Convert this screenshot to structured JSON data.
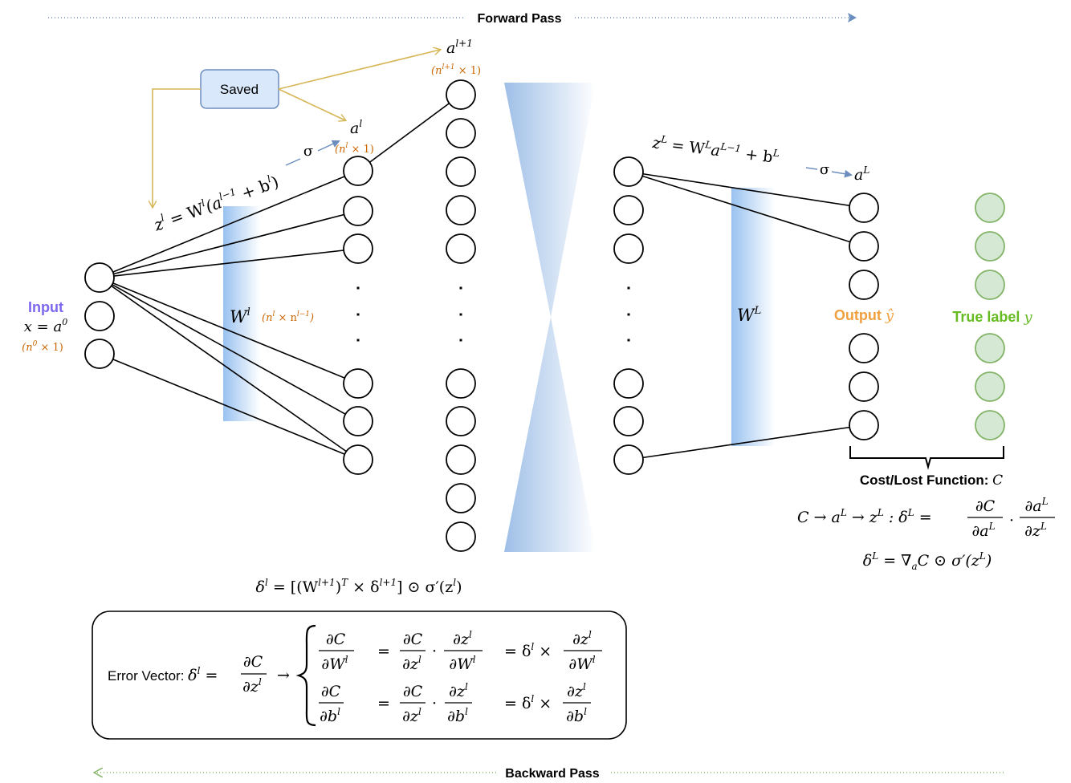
{
  "header": {
    "forward_pass": "Forward Pass",
    "backward_pass": "Backward Pass"
  },
  "saved_box": {
    "label": "Saved"
  },
  "input": {
    "label": "Input",
    "eq_lhs": "x",
    "eq_eq": " = ",
    "eq_rhs": "a",
    "eq_sup": "0",
    "dim_open": "(n",
    "dim_sup": "0",
    "dim_close": " × 1)"
  },
  "hidden_layer": {
    "z_eq": {
      "a": "z",
      "b": "l",
      "c": " = W",
      "d": "l",
      "e": "(a",
      "f": "l−1",
      "g": " + b",
      "h": "l",
      "i": ")"
    },
    "sigma": "σ",
    "a_l": {
      "base": "a",
      "sup": "l"
    },
    "a_l_dim": {
      "open": "(n",
      "sup": "l",
      "close": " × 1)"
    },
    "weight": {
      "base": "W",
      "sup": "l"
    },
    "weight_dim": {
      "open": "(n",
      "sup1": "l",
      "mid": " × n",
      "sup2": "l−1",
      "close": ")"
    },
    "ellipsis": "·"
  },
  "next_layer": {
    "a_next": {
      "base": "a",
      "sup": "l+1"
    },
    "a_next_dim": {
      "open": "(n",
      "sup": "l+1",
      "close": " × 1)"
    }
  },
  "output_layer": {
    "z_eq": {
      "a": "z",
      "b": "L",
      "c": " = W",
      "d": "L",
      "e": "a",
      "f": "L−1",
      "g": " + b",
      "h": "L"
    },
    "sigma": "σ",
    "a_L": {
      "base": "a",
      "sup": "L"
    },
    "weight": {
      "base": "W",
      "sup": "L"
    },
    "output_label": "Output ",
    "output_sym": "ŷ",
    "true_label": "True label ",
    "true_sym": "y"
  },
  "cost": {
    "title": "Cost/Lost Function: ",
    "title_sym": "C",
    "chain": {
      "c1": "C → a",
      "s1": "L",
      "c2": " → z",
      "s2": "L",
      "c3": " : δ",
      "s3": "L",
      "c4": " =",
      "f1_num": "∂C",
      "f1_den_a": "∂a",
      "f1_den_s": "L",
      "dot": "·",
      "f2_num_a": "∂a",
      "f2_num_s": "L",
      "f2_den_a": "∂z",
      "f2_den_s": "L"
    },
    "delta_L": {
      "a": "δ",
      "b": "L",
      "c": " = ∇",
      "d": "a",
      "e": "C ⊙ σ′(z",
      "f": "L",
      "g": ")"
    }
  },
  "delta_l_eq": {
    "a": "δ",
    "b": "l",
    "c": " = [(W",
    "d": "l+1",
    "e": ")",
    "f": "T",
    "g": " × δ",
    "h": "l+1",
    "i": "] ⊙ σ′(z",
    "j": "l",
    "k": ")"
  },
  "error_box": {
    "prefix": "Error Vector: ",
    "delta": "δ",
    "delta_sup": "l",
    "eq": " =",
    "main_num": "∂C",
    "main_den_a": "∂z",
    "main_den_s": "l",
    "arrow": "→",
    "row1": {
      "n1": "∂C",
      "d1a": "∂W",
      "d1s": "l",
      "eq": "=",
      "n2": "∂C",
      "d2a": "∂z",
      "d2s": "l",
      "dot": "·",
      "n3a": "∂z",
      "n3s": "l",
      "d3a": "∂W",
      "d3s": "l",
      "eq2": "= δ",
      "eq2s": "l",
      "times": " ×",
      "n4a": "∂z",
      "n4s": "l",
      "d4a": "∂W",
      "d4s": "l"
    },
    "row2": {
      "n1": "∂C",
      "d1a": "∂b",
      "d1s": "l",
      "eq": "=",
      "n2": "∂C",
      "d2a": "∂z",
      "d2s": "l",
      "dot": "·",
      "n3a": "∂z",
      "n3s": "l",
      "d3a": "∂b",
      "d3s": "l",
      "eq2": "= δ",
      "eq2s": "l",
      "times": " ×",
      "n4a": "∂z",
      "n4s": "l",
      "d4a": "∂b",
      "d4s": "l"
    }
  },
  "colors": {
    "forward_arrow": "#6c8ebf",
    "backward_arrow": "#82b366",
    "saved_fill": "#dae8fc",
    "saved_stroke": "#6c8ebf",
    "saved_arrows": "#d6b656",
    "input_label": "#7b68ee",
    "dimension": "#cc6600",
    "output_label": "#f0a040",
    "true_label": "#66bb22",
    "true_node_fill": "#d5e8d4",
    "true_node_stroke": "#82b366",
    "weight_gradient": "#99c2f0",
    "sigma_arrow": "#6c8ebf"
  }
}
